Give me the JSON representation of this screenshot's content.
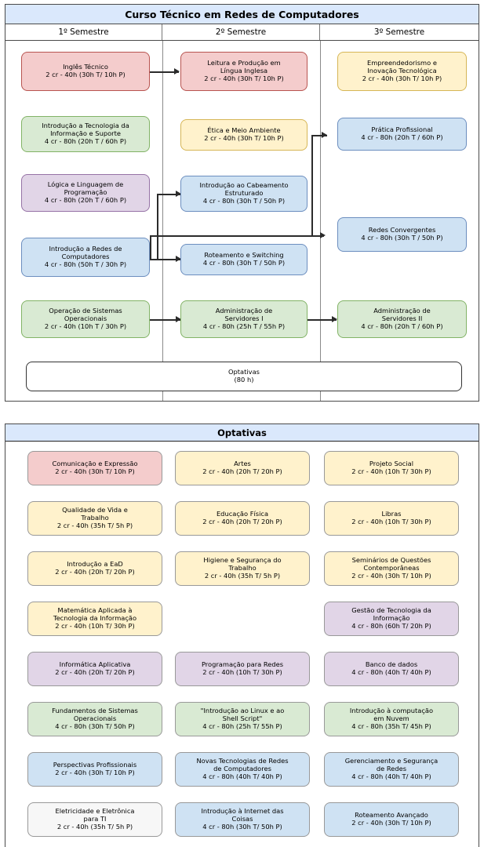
{
  "main_table": {
    "title": "Curso Técnico em Redes de Computadores",
    "semesters": [
      {
        "label": "1º Semestre"
      },
      {
        "label": "2º Semestre"
      },
      {
        "label": "3º Semestre"
      }
    ],
    "optativas_bar": {
      "name": "Optativas",
      "hours": "(80 h)"
    },
    "courses": [
      {
        "id": "ingles-tecnico",
        "name": "Inglês Técnico",
        "hours": "2 cr - 40h (30h T/ 10h P)",
        "color": "red",
        "semester": 1,
        "row": 1
      },
      {
        "id": "leitura-producao",
        "name": "Leitura e Produção em\nLíngua Inglesa",
        "hours": "2 cr - 40h (30h T/ 10h P)",
        "color": "red",
        "semester": 2,
        "row": 1
      },
      {
        "id": "empreendedorismo",
        "name": "Empreendedorismo e\nInovação Tecnológica",
        "hours": "2 cr - 40h (30h T/ 10h P)",
        "color": "yellow",
        "semester": 3,
        "row": 1
      },
      {
        "id": "intro-tecnologia",
        "name": "Introdução a Tecnologia da\nInformação e Suporte",
        "hours": "4 cr - 80h (20h T / 60h P)",
        "color": "green",
        "semester": 1,
        "row": 2
      },
      {
        "id": "etica-meio-ambiente",
        "name": "Ética e Meio Ambiente",
        "hours": "2 cr - 40h (30h T/ 10h P)",
        "color": "yellow",
        "semester": 2,
        "row": 2
      },
      {
        "id": "pratica-profissional",
        "name": "Prática Profissional",
        "hours": "4 cr - 80h (20h T / 60h P)",
        "color": "blue",
        "semester": 3,
        "row": 2
      },
      {
        "id": "logica-linguagem",
        "name": "Lógica e Linguagem de\nProgramação",
        "hours": "4 cr - 80h (20h T / 60h P)",
        "color": "purple",
        "semester": 1,
        "row": 3
      },
      {
        "id": "intro-cabeamento",
        "name": "Introdução ao Cabeamento\nEstruturado",
        "hours": "4 cr - 80h (30h T / 50h P)",
        "color": "blue",
        "semester": 2,
        "row": 3
      },
      {
        "id": "redes-convergentes",
        "name": "Redes Convergentes",
        "hours": "4 cr - 80h (30h T / 50h P)",
        "color": "blue",
        "semester": 3,
        "row": 3
      },
      {
        "id": "intro-redes",
        "name": "Introdução a Redes de\nComputadores",
        "hours": "4 cr - 80h (50h T / 30h P)",
        "color": "blue",
        "semester": 1,
        "row": 4
      },
      {
        "id": "roteamento-switching",
        "name": "Roteamento e Switching",
        "hours": "4 cr - 80h (30h T / 50h P)",
        "color": "blue",
        "semester": 2,
        "row": 4
      },
      {
        "id": "operacao-sistemas",
        "name": "Operação de Sistemas\nOperacionais",
        "hours": "2 cr - 40h (10h T / 30h P)",
        "color": "green",
        "semester": 1,
        "row": 5
      },
      {
        "id": "admin-servidores-1",
        "name": "Administração de\nServidores I",
        "hours": "4 cr - 80h (25h T / 55h P)",
        "color": "green",
        "semester": 2,
        "row": 5
      },
      {
        "id": "admin-servidores-2",
        "name": "Administração de\nServidores II",
        "hours": "4 cr - 80h (20h T / 60h P)",
        "color": "green",
        "semester": 3,
        "row": 5
      }
    ]
  },
  "optativas_table": {
    "title": "Optativas",
    "courses": [
      {
        "id": "comunicacao-expressao",
        "name": "Comunicação e Expressão",
        "hours": "2 cr - 40h (30h T/ 10h P)",
        "color": "red",
        "col": 1,
        "row": 1
      },
      {
        "id": "artes",
        "name": "Artes",
        "hours": "2 cr - 40h (20h T/ 20h P)",
        "color": "yellow",
        "col": 2,
        "row": 1
      },
      {
        "id": "projeto-social",
        "name": "Projeto Social",
        "hours": "2 cr - 40h (10h T/ 30h P)",
        "color": "yellow",
        "col": 3,
        "row": 1
      },
      {
        "id": "qualidade-vida",
        "name": "Qualidade de Vida e\nTrabalho",
        "hours": "2 cr - 40h (35h T/ 5h P)",
        "color": "yellow",
        "col": 1,
        "row": 2
      },
      {
        "id": "educacao-fisica",
        "name": "Educação Física",
        "hours": "2 cr - 40h (20h T/ 20h P)",
        "color": "yellow",
        "col": 2,
        "row": 2
      },
      {
        "id": "libras",
        "name": "Libras",
        "hours": "2 cr - 40h (10h T/ 30h P)",
        "color": "yellow",
        "col": 3,
        "row": 2
      },
      {
        "id": "intro-ead",
        "name": "Introdução a EaD",
        "hours": "2 cr - 40h (20h T/ 20h P)",
        "color": "yellow",
        "col": 1,
        "row": 3
      },
      {
        "id": "higiene-seguranca",
        "name": "Higiene e Segurança do\nTrabalho",
        "hours": "2 cr - 40h (35h T/ 5h P)",
        "color": "yellow",
        "col": 2,
        "row": 3
      },
      {
        "id": "seminarios-questoes",
        "name": "Seminários de Questões\nContemporâneas",
        "hours": "2 cr - 40h (30h T/ 10h P)",
        "color": "yellow",
        "col": 3,
        "row": 3
      },
      {
        "id": "matematica-aplicada",
        "name": "Matemática Aplicada à\nTecnologia da Informação",
        "hours": "2 cr - 40h (10h T/ 30h P)",
        "color": "yellow",
        "col": 1,
        "row": 4
      },
      {
        "id": "gestao-tecnologia",
        "name": "Gestão de Tecnologia da\nInformação",
        "hours": "4 cr - 80h (60h T/ 20h P)",
        "color": "purple",
        "col": 3,
        "row": 4
      },
      {
        "id": "informatica-aplicativa",
        "name": "Informática Aplicativa",
        "hours": "2 cr - 40h (20h T/ 20h P)",
        "color": "purple",
        "col": 1,
        "row": 5
      },
      {
        "id": "programacao-redes",
        "name": "Programação para Redes",
        "hours": "2 cr - 40h (10h T/ 30h P)",
        "color": "purple",
        "col": 2,
        "row": 5
      },
      {
        "id": "banco-dados",
        "name": "Banco de dados",
        "hours": "4 cr - 80h (40h T/ 40h P)",
        "color": "purple",
        "col": 3,
        "row": 5
      },
      {
        "id": "fundamentos-so",
        "name": "Fundamentos de Sistemas\nOperacionais",
        "hours": "4 cr - 80h (30h T/ 50h P)",
        "color": "green",
        "col": 1,
        "row": 6
      },
      {
        "id": "intro-linux-shell",
        "name": "\"Introdução ao Linux e ao\nShell Script\"",
        "hours": "4 cr - 80h (25h T/ 55h P)",
        "color": "green",
        "col": 2,
        "row": 6
      },
      {
        "id": "intro-computacao-nuvem",
        "name": "Introdução à computação\nem Nuvem",
        "hours": "4 cr - 80h (35h T/ 45h P)",
        "color": "green",
        "col": 3,
        "row": 6
      },
      {
        "id": "perspectivas-prof",
        "name": "Perspectivas Profissionais",
        "hours": "2 cr - 40h (30h T/ 10h P)",
        "color": "blue",
        "col": 1,
        "row": 7
      },
      {
        "id": "novas-tecnologias",
        "name": "Novas Tecnologias de Redes\nde Computadores",
        "hours": "4 cr - 80h (40h T/ 40h P)",
        "color": "blue",
        "col": 2,
        "row": 7
      },
      {
        "id": "gerenciamento-seg",
        "name": "Gerenciamento e Segurança\nde Redes",
        "hours": "4 cr - 80h (40h T/ 40h P)",
        "color": "blue",
        "col": 3,
        "row": 7
      },
      {
        "id": "eletricidade-eletronica",
        "name": "Eletricidade e Eletrônica\npara  TI",
        "hours": "2 cr - 40h (35h T/ 5h P)",
        "color": "white",
        "col": 1,
        "row": 8
      },
      {
        "id": "intro-internet-coisas",
        "name": "Introdução à Internet das\nCoisas",
        "hours": "4 cr - 80h (30h T/ 50h P)",
        "color": "blue",
        "col": 2,
        "row": 8
      },
      {
        "id": "roteamento-avancado",
        "name": "Roteamento Avançado",
        "hours": "2 cr - 40h (30h T/ 10h P)",
        "color": "blue",
        "col": 3,
        "row": 8
      }
    ]
  },
  "colors": {
    "header_blue": "#dae8fc",
    "red_fill": "#f4cccc",
    "red_border": "#b85450",
    "yellow_fill": "#fff2cc",
    "yellow_border": "#d6b656",
    "green_fill": "#d9ead3",
    "green_border": "#82b366",
    "blue_fill": "#cfe2f3",
    "blue_border": "#6c8ebf",
    "purple_fill": "#e1d5e7",
    "purple_border": "#9673a6",
    "connector": "#2b2b2b"
  }
}
